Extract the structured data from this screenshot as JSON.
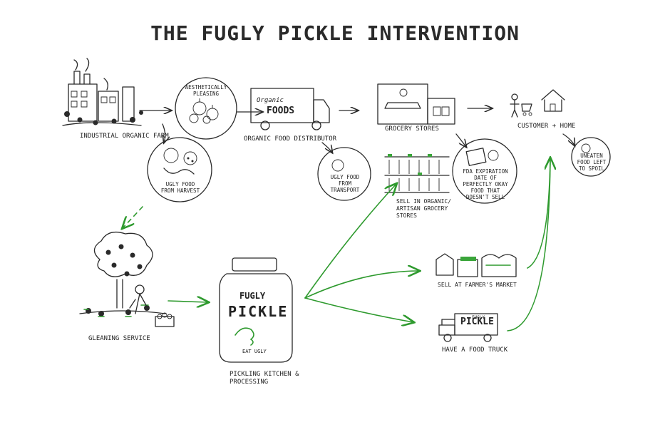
{
  "title": "THE FUGLY PICKLE INTERVENTION",
  "nodes": {
    "farm": "INDUSTRIAL ORGANIC FARM",
    "pleasing": "AESTHETICALLY PLEASING",
    "distributor": "ORGANIC FOOD DISTRIBUTOR",
    "truck_brand_top": "Organic",
    "truck_brand_main": "FOODS",
    "grocery": "GROCERY STORES",
    "customer": "CUSTOMER + HOME",
    "spoil": "UNEATEN FOOD LEFT TO SPOIL",
    "ugly_harvest": "UGLY FOOD FROM HARVEST",
    "ugly_transport": "UGLY FOOD FROM TRANSPORT",
    "artisan": "SELL IN ORGANIC/ ARTISAN GROCERY STORES",
    "fda": "FDA EXPIRATION DATE OF PERFECTLY OKAY FOOD THAT DOESN'T SELL",
    "gleaning": "GLEANING SERVICE",
    "jar_top": "FUGLY",
    "jar_main": "PICKLE",
    "jar_bottom": "EAT UGLY",
    "kitchen": "PICKLING KITCHEN & PROCESSING",
    "market": "SELL AT FARMER'S MARKET",
    "food_truck": "HAVE A FOOD TRUCK",
    "food_truck_sign_top": "FUGLY",
    "food_truck_sign": "PICKLE"
  },
  "colors": {
    "ink": "#2a2a2a",
    "accent_green": "#2e9a2e"
  }
}
